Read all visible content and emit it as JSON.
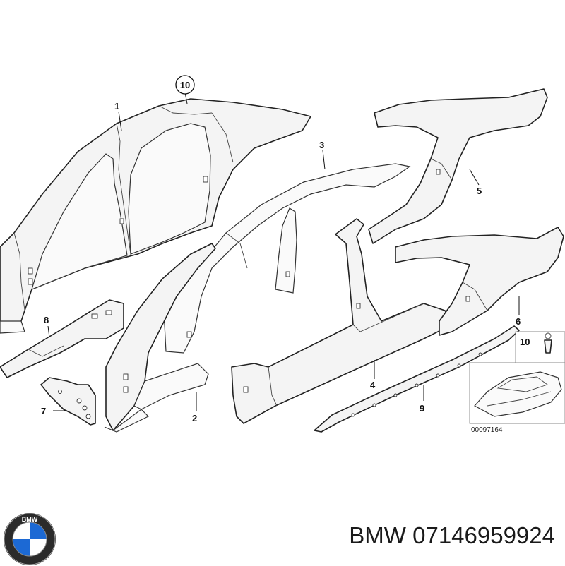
{
  "diagram": {
    "callouts": {
      "c1": "1",
      "c2": "2",
      "c3": "3",
      "c4": "4",
      "c5": "5",
      "c6": "6",
      "c7": "7",
      "c8": "8",
      "c9": "9",
      "c10_circled": "10",
      "c10_inset": "10"
    },
    "inset_ref": "00097164"
  },
  "footer": {
    "brand": "BMW",
    "part_number": "07146959924",
    "logo_text": "BMW"
  },
  "colors": {
    "line": "#222222",
    "logo_blue": "#1c69d4",
    "logo_ring": "#2b2b2b"
  }
}
